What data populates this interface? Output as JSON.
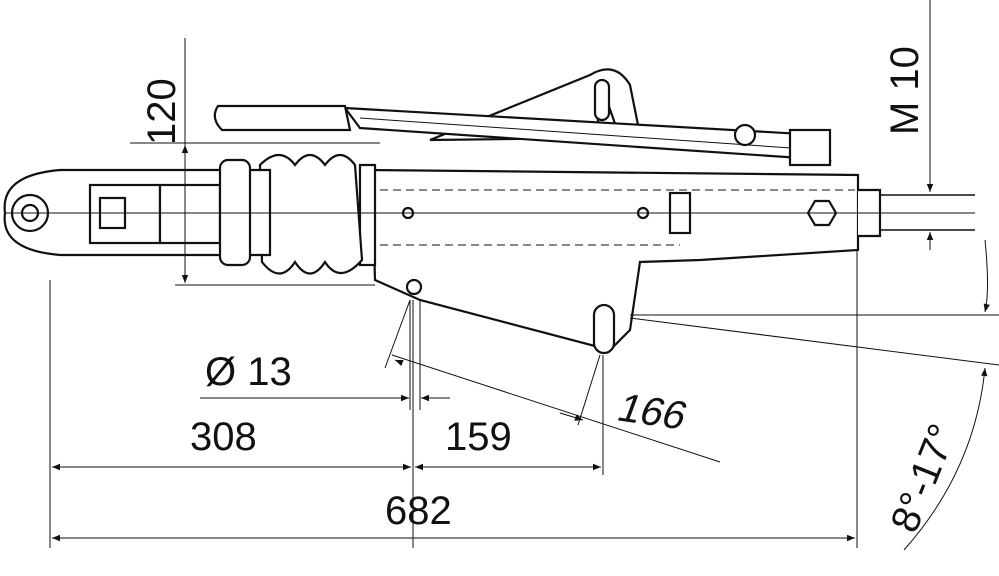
{
  "drawing": {
    "dimensions": {
      "height_120": "120",
      "thread_m10": "M 10",
      "hole_diameter": "Ø 13",
      "length_308": "308",
      "length_159": "159",
      "length_166": "166",
      "overall_682": "682",
      "angle_range": "8°-17°"
    }
  }
}
